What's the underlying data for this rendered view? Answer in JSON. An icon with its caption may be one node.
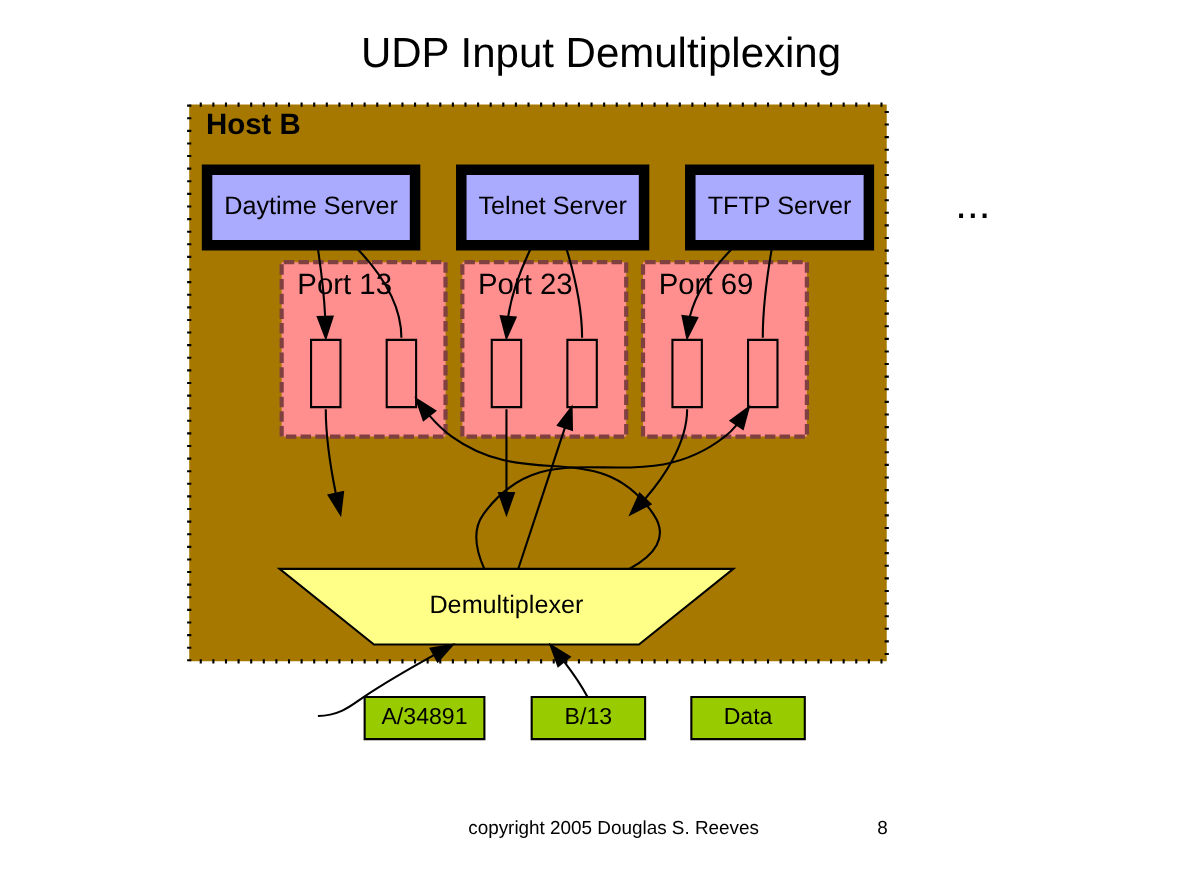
{
  "diagram": {
    "title": "UDP Input Demultiplexing",
    "nodes": [
      {
        "text": [
          "Host B"
        ]
      },
      {
        "text": [
          "Daytime Server"
        ],
        "in": 0
      },
      {
        "text": [
          "Port 13"
        ],
        "in": 0
      },
      {
        "text": [],
        "shape": "queue",
        "in": 2
      },
      {
        "text": [],
        "shape": "queue",
        "in": 2
      },
      {
        "text": [
          "Telnet Server"
        ],
        "in": 0
      },
      {
        "text": [
          "Port 23"
        ],
        "in": 0
      },
      {
        "text": [],
        "shape": "queue",
        "in": 6
      },
      {
        "text": [],
        "shape": "queue",
        "in": 6
      },
      {
        "text": [
          "TFTP Server"
        ],
        "in": 0
      },
      {
        "text": [
          "Port 69"
        ],
        "in": 0
      },
      {
        "text": [],
        "shape": "queue",
        "in": 10
      },
      {
        "text": [],
        "shape": "queue",
        "in": 10
      },
      {
        "text": [
          "Demultiplexer"
        ],
        "in": 0
      },
      {
        "text": [
          "A/34891"
        ]
      },
      {
        "text": [
          "B/13"
        ]
      },
      {
        "text": [
          "Data"
        ]
      }
    ],
    "edges": [
      {
        "from": 1,
        "to": 3,
        "arrow": "to"
      },
      {
        "from": 1,
        "to": 4,
        "arrow": "none"
      },
      {
        "from": 3,
        "to": null,
        "arrow": "to"
      },
      {
        "from": 13,
        "to": 4,
        "arrow": "to"
      },
      {
        "from": 5,
        "to": 7,
        "arrow": "to"
      },
      {
        "from": 5,
        "to": 8,
        "arrow": "none"
      },
      {
        "from": 7,
        "to": null,
        "arrow": "to"
      },
      {
        "from": 13,
        "to": 8,
        "arrow": "to"
      },
      {
        "from": 9,
        "to": 11,
        "arrow": "to"
      },
      {
        "from": 9,
        "to": 12,
        "arrow": "none"
      },
      {
        "from": 11,
        "to": null,
        "arrow": "to"
      },
      {
        "from": 13,
        "to": 12,
        "arrow": "to"
      },
      {
        "from": 15,
        "to": 13,
        "arrow": "to"
      },
      {
        "from": null,
        "to": 13,
        "arrow": "to"
      }
    ],
    "labels": [
      "...",
      "copyright 2005 Douglas S. Reeves",
      "8"
    ]
  }
}
